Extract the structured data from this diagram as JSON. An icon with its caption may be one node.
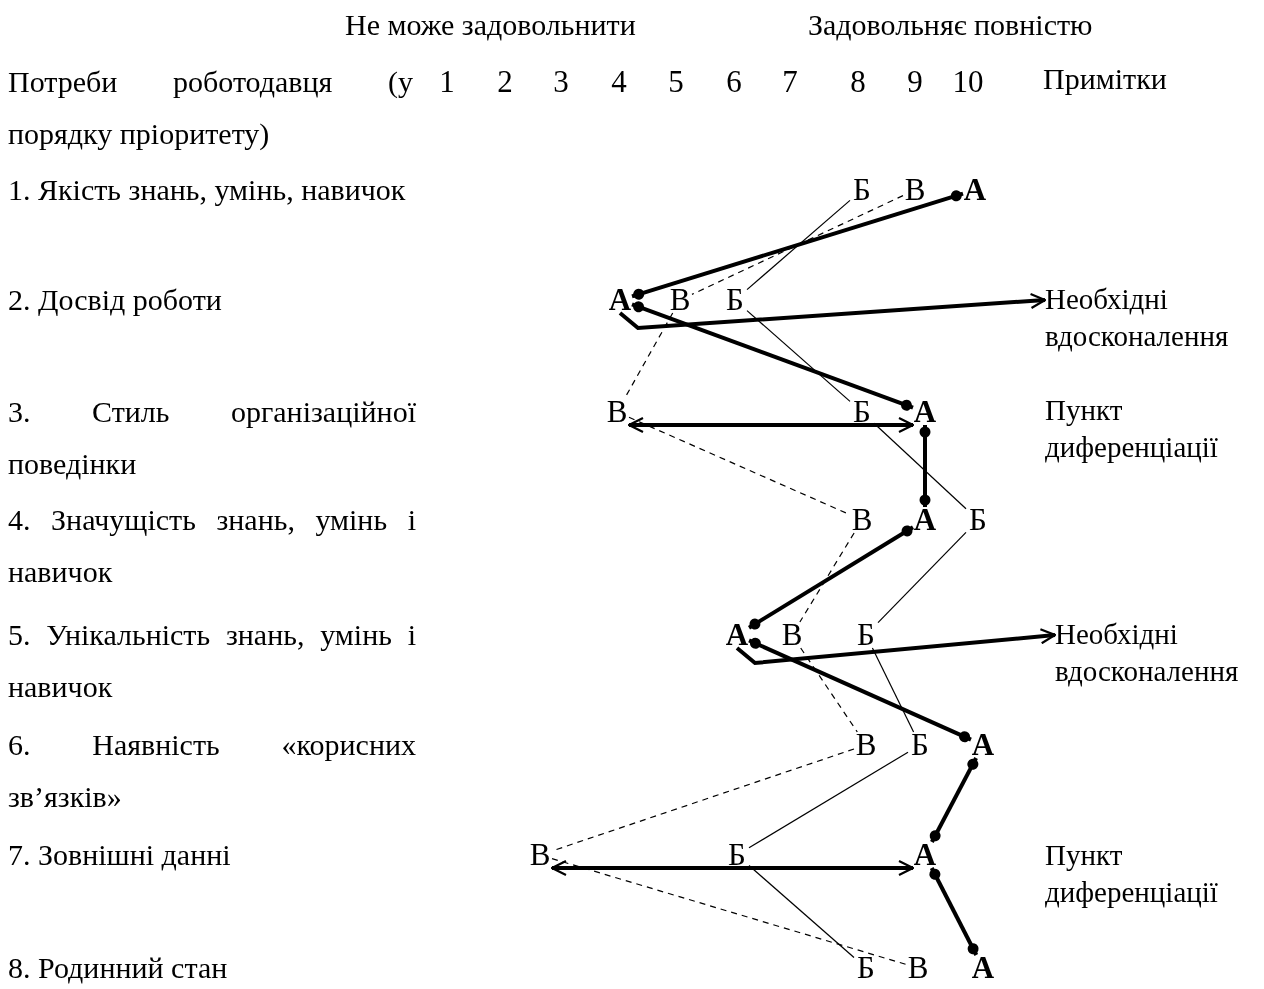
{
  "diagram": {
    "nodes": [
      {
        "text": [
          "Б"
        ]
      },
      {
        "text": [
          "В"
        ]
      },
      {
        "text": [
          "А"
        ]
      },
      {
        "text": [
          "А"
        ]
      },
      {
        "text": [
          "В"
        ]
      },
      {
        "text": [
          "Б"
        ]
      },
      {
        "text": [
          "Необхідні вдосконалення"
        ]
      },
      {
        "text": [
          "В"
        ]
      },
      {
        "text": [
          "Б"
        ]
      },
      {
        "text": [
          "А"
        ]
      },
      {
        "text": [
          "В"
        ]
      },
      {
        "text": [
          "А"
        ]
      },
      {
        "text": [
          "Б"
        ]
      },
      {
        "text": [
          "А"
        ]
      },
      {
        "text": [
          "В"
        ]
      },
      {
        "text": [
          "Б"
        ]
      },
      {
        "text": [
          "Необхідні вдосконалення"
        ]
      },
      {
        "text": [
          "В"
        ]
      },
      {
        "text": [
          "Б"
        ]
      },
      {
        "text": [
          "А"
        ]
      },
      {
        "text": [
          "В"
        ]
      },
      {
        "text": [
          "Б"
        ]
      },
      {
        "text": [
          "А"
        ]
      },
      {
        "text": [
          "Б"
        ]
      },
      {
        "text": [
          "В"
        ]
      },
      {
        "text": [
          "А"
        ]
      }
    ],
    "edges": [
      {
        "from": 2,
        "to": 3,
        "arrow": "other",
        "style": "thick"
      },
      {
        "from": 3,
        "to": 9,
        "arrow": "other",
        "style": "thick"
      },
      {
        "from": 9,
        "to": 11,
        "arrow": "other",
        "style": "thick"
      },
      {
        "from": 11,
        "to": 13,
        "arrow": "other",
        "style": "thick"
      },
      {
        "from": 13,
        "to": 19,
        "arrow": "other",
        "style": "thick"
      },
      {
        "from": 19,
        "to": 22,
        "arrow": "other",
        "style": "thick"
      },
      {
        "from": 22,
        "to": 25,
        "arrow": "other",
        "style": "thick"
      },
      {
        "from": 0,
        "to": 5,
        "arrow": "none"
      },
      {
        "from": 5,
        "to": 8,
        "arrow": "none"
      },
      {
        "from": 8,
        "to": 12,
        "arrow": "none"
      },
      {
        "from": 12,
        "to": 15,
        "arrow": "none"
      },
      {
        "from": 15,
        "to": 18,
        "arrow": "none"
      },
      {
        "from": 18,
        "to": 21,
        "arrow": "none"
      },
      {
        "from": 21,
        "to": 23,
        "arrow": "none"
      },
      {
        "from": 1,
        "to": 4,
        "arrow": "none",
        "style": "dashed"
      },
      {
        "from": 4,
        "to": 7,
        "arrow": "none",
        "style": "dashed"
      },
      {
        "from": 7,
        "to": 10,
        "arrow": "none",
        "style": "dashed"
      },
      {
        "from": 10,
        "to": 14,
        "arrow": "none",
        "style": "dashed"
      },
      {
        "from": 14,
        "to": 17,
        "arrow": "none",
        "style": "dashed"
      },
      {
        "from": 17,
        "to": 20,
        "arrow": "none",
        "style": "dashed"
      },
      {
        "from": 20,
        "to": 24,
        "arrow": "none",
        "style": "dashed"
      },
      {
        "from": 3,
        "to": 6,
        "arrow": "to",
        "style": "thick"
      },
      {
        "from": 7,
        "to": 9,
        "arrow": "both",
        "style": "thick"
      },
      {
        "from": 13,
        "to": 16,
        "arrow": "to",
        "style": "thick"
      },
      {
        "from": 20,
        "to": 22,
        "arrow": "both",
        "style": "thick"
      }
    ],
    "labels": [
      "Не може задовольнити",
      "Задовольняє повністю",
      "Потреби роботодавця (у порядку пріоритету)",
      "1",
      "2",
      "3",
      "4",
      "5",
      "6",
      "7",
      "8",
      "9",
      "10",
      "Примітки",
      "1. Якість знань, умінь, навичок",
      "2. Досвід роботи",
      "3. Стиль організаційної поведінки",
      "Пункт диференціації",
      "4. Значущість знань, умінь і навичок",
      "5. Унікальність знань, умінь і навичок",
      "6. Наявність «корисних зв’язків»",
      "7. Зовнішні данні",
      "Пункт диференціації",
      "8. Родинний стан"
    ]
  }
}
